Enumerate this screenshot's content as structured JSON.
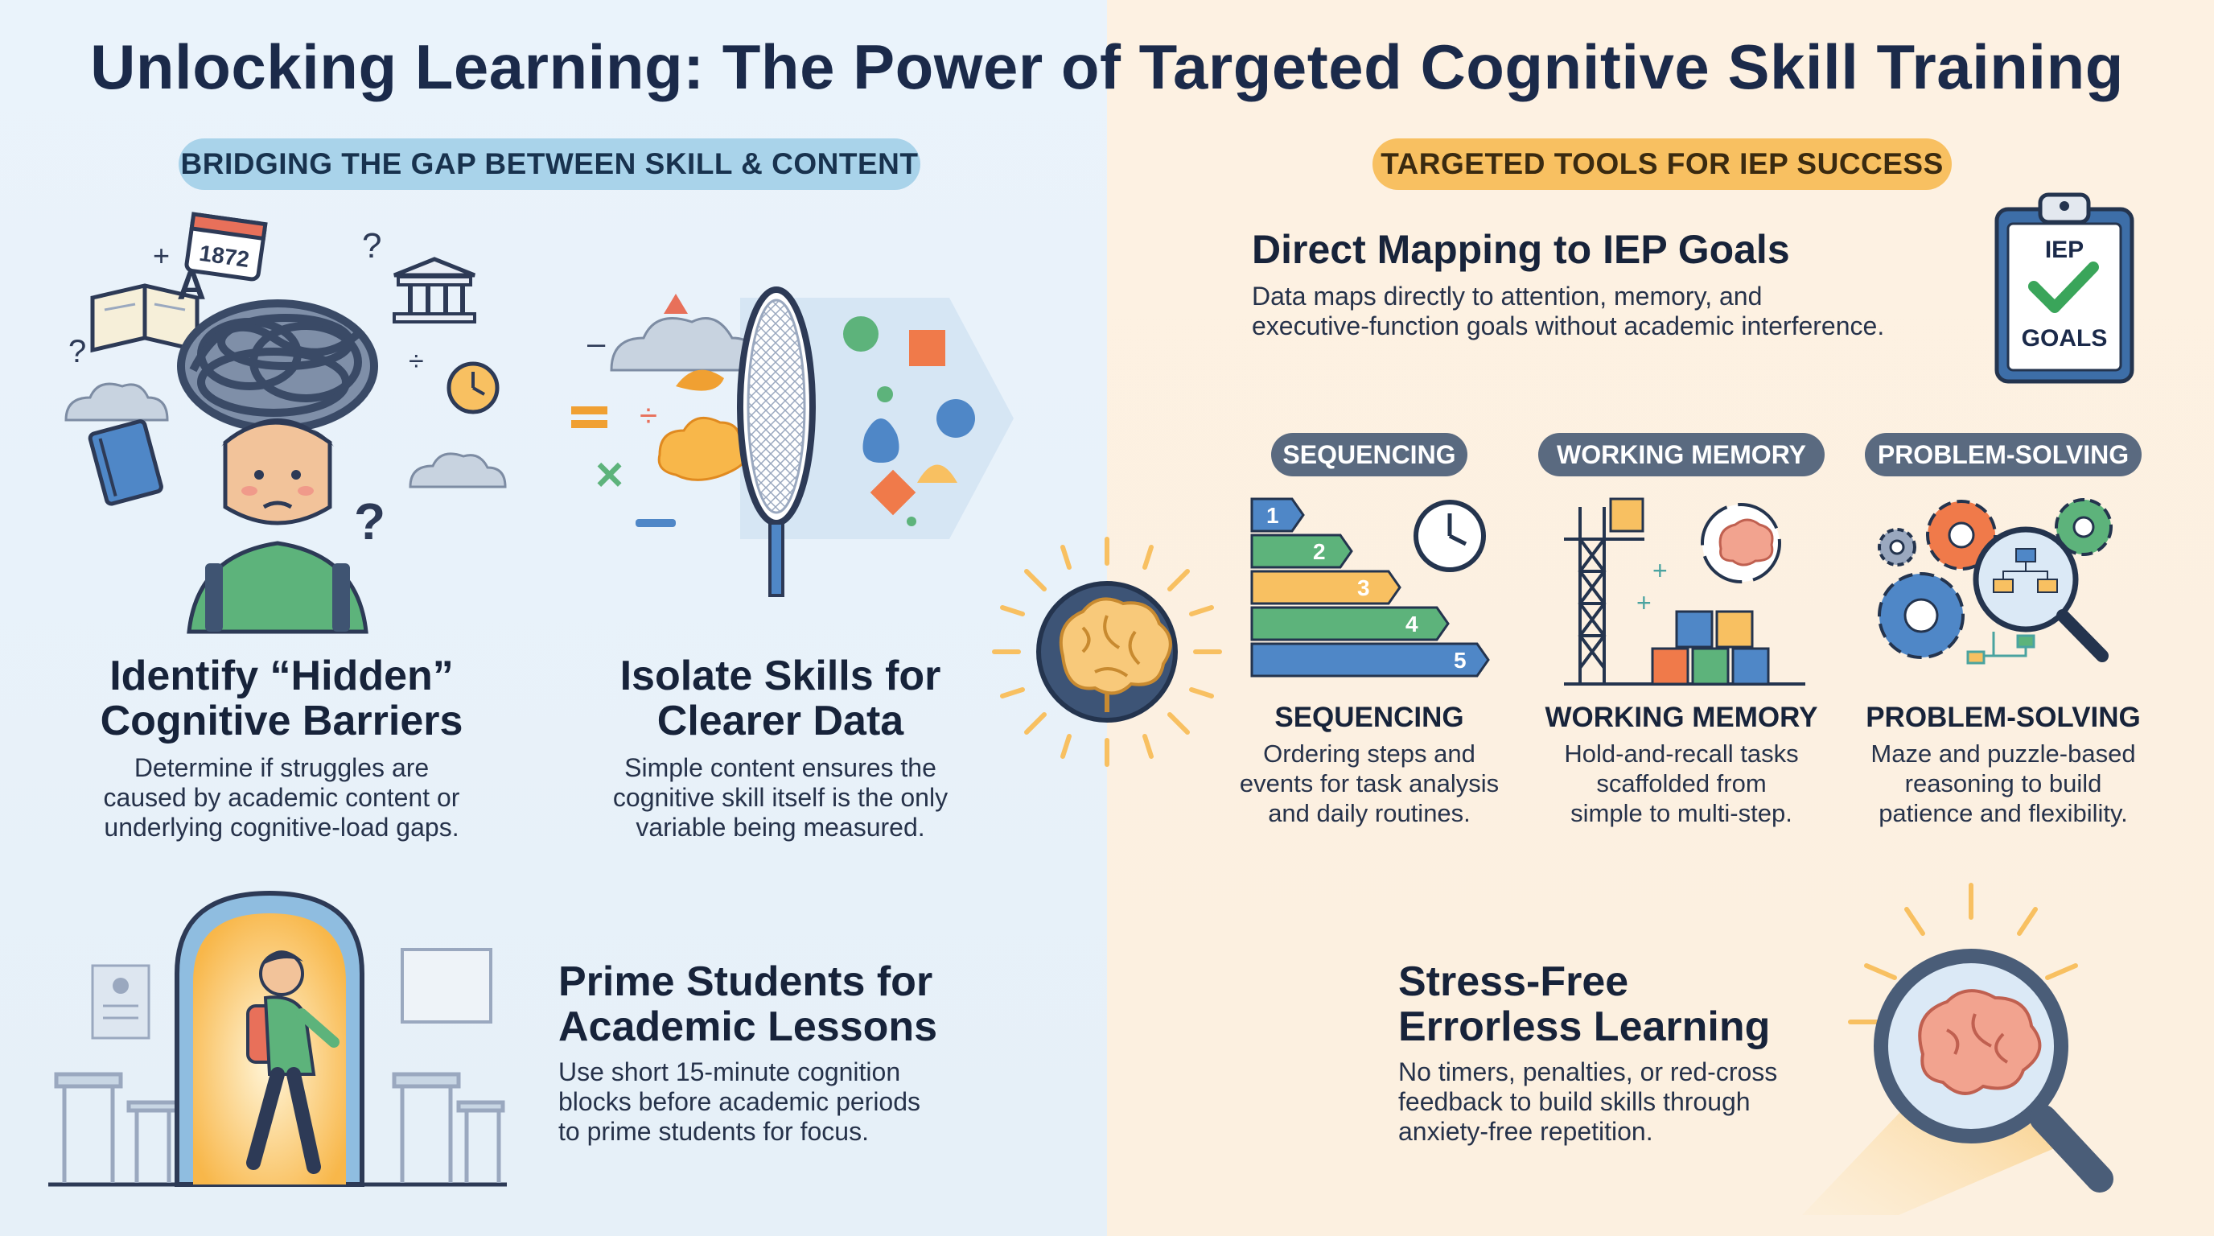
{
  "header": {
    "title": "Unlocking Learning: The Power of Targeted Cognitive Skill Training"
  },
  "left": {
    "section_label": "BRIDGING THE GAP BETWEEN SKILL & CONTENT",
    "card1": {
      "title_line1": "Identify “Hidden”",
      "title_line2": "Cognitive Barriers",
      "body_line1": "Determine if struggles are",
      "body_line2": "caused by academic content or",
      "body_line3": "underlying cognitive-load gaps."
    },
    "card2": {
      "title_line1": "Isolate Skills for",
      "title_line2": "Clearer Data",
      "body_line1": "Simple content ensures the",
      "body_line2": "cognitive skill itself is the only",
      "body_line3": "variable being measured."
    },
    "card3": {
      "title_line1": "Prime Students for",
      "title_line2": "Academic Lessons",
      "body_line1": "Use short 15-minute cognition",
      "body_line2": "blocks before academic periods",
      "body_line3": "to prime students for focus."
    },
    "illustration": {
      "calendar_year": "1872",
      "letter": "A"
    }
  },
  "right": {
    "section_label": "TARGETED TOOLS FOR IEP SUCCESS",
    "iep": {
      "title": "Direct Mapping to IEP Goals",
      "body_line1": "Data maps directly to attention, memory, and",
      "body_line2": "executive-function goals without academic interference.",
      "clipboard_top": "IEP",
      "clipboard_bottom": "GOALS"
    },
    "skills": [
      {
        "tag": "SEQUENCING",
        "title": "SEQUENCING",
        "body_line1": "Ordering steps and",
        "body_line2": "events for task analysis",
        "body_line3": "and daily routines.",
        "steps": [
          "1",
          "2",
          "3",
          "4",
          "5"
        ]
      },
      {
        "tag": "WORKING MEMORY",
        "title": "WORKING MEMORY",
        "body_line1": "Hold-and-recall tasks",
        "body_line2": "scaffolded from",
        "body_line3": "simple to multi-step."
      },
      {
        "tag": "PROBLEM-SOLVING",
        "title": "PROBLEM-SOLVING",
        "body_line1": "Maze and puzzle-based",
        "body_line2": "reasoning to build",
        "body_line3": "patience and flexibility."
      }
    ],
    "stress": {
      "title_line1": "Stress-Free",
      "title_line2": "Errorless Learning",
      "body_line1": "No timers, penalties, or red-cross",
      "body_line2": "feedback to build skills through",
      "body_line3": "anxiety-free repetition."
    }
  },
  "colors": {
    "left_bg": "#eaf3fb",
    "right_bg": "#fdf1e2",
    "pill_blue": "#a9d3ea",
    "pill_orange": "#f8c061",
    "tag_gray": "#5a6a80"
  }
}
